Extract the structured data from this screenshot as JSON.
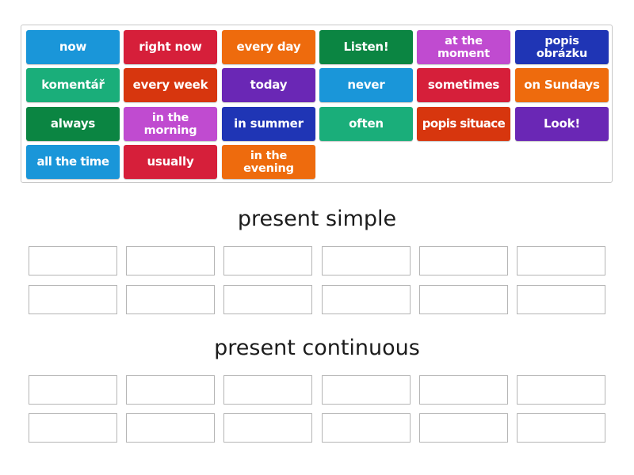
{
  "colors": {
    "blue": "#1a96d9",
    "red": "#d61f3a",
    "orange": "#ee6b0d",
    "green": "#0b8542",
    "magenta": "#c04bd0",
    "navy": "#1f35b5",
    "teal": "#1aae7a",
    "vermilion": "#d7360e",
    "purple": "#6a27b5"
  },
  "tiles": [
    {
      "label": "now",
      "color": "#1a96d9",
      "row": 0,
      "col": 0
    },
    {
      "label": "right now",
      "color": "#d61f3a",
      "row": 0,
      "col": 1
    },
    {
      "label": "every day",
      "color": "#ee6b0d",
      "row": 0,
      "col": 2
    },
    {
      "label": "Listen!",
      "color": "#0b8542",
      "row": 0,
      "col": 3
    },
    {
      "label": "at the moment",
      "color": "#c04bd0",
      "row": 0,
      "col": 4
    },
    {
      "label": "popis obrázku",
      "color": "#1f35b5",
      "row": 0,
      "col": 5
    },
    {
      "label": "komentář",
      "color": "#1aae7a",
      "row": 1,
      "col": 0
    },
    {
      "label": "every week",
      "color": "#d7360e",
      "row": 1,
      "col": 1
    },
    {
      "label": "today",
      "color": "#6a27b5",
      "row": 1,
      "col": 2
    },
    {
      "label": "never",
      "color": "#1a96d9",
      "row": 1,
      "col": 3
    },
    {
      "label": "sometimes",
      "color": "#d61f3a",
      "row": 1,
      "col": 4
    },
    {
      "label": "on Sundays",
      "color": "#ee6b0d",
      "row": 1,
      "col": 5
    },
    {
      "label": "always",
      "color": "#0b8542",
      "row": 2,
      "col": 0
    },
    {
      "label": "in the morning",
      "color": "#c04bd0",
      "row": 2,
      "col": 1
    },
    {
      "label": "in summer",
      "color": "#1f35b5",
      "row": 2,
      "col": 2
    },
    {
      "label": "often",
      "color": "#1aae7a",
      "row": 2,
      "col": 3
    },
    {
      "label": "popis situace",
      "color": "#d7360e",
      "row": 2,
      "col": 4
    },
    {
      "label": "Look!",
      "color": "#6a27b5",
      "row": 2,
      "col": 5
    },
    {
      "label": "all the time",
      "color": "#1a96d9",
      "row": 3,
      "col": 0
    },
    {
      "label": "usually",
      "color": "#d61f3a",
      "row": 3,
      "col": 1
    },
    {
      "label": "in the evening",
      "color": "#ee6b0d",
      "row": 3,
      "col": 2
    }
  ],
  "groups": [
    {
      "title": "present simple",
      "slots": 12
    },
    {
      "title": "present continuous",
      "slots": 12
    }
  ]
}
